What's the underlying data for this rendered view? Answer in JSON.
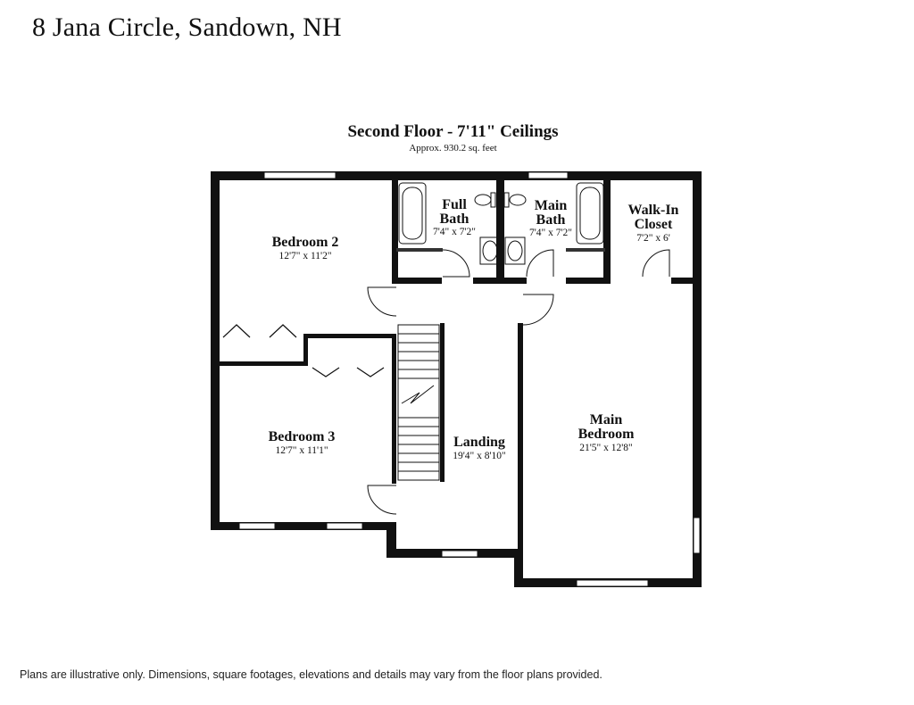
{
  "header": {
    "address": "8 Jana Circle, Sandown, NH"
  },
  "floor": {
    "title": "Second Floor - 7'11\" Ceilings",
    "area": "Approx. 930.2 sq. feet"
  },
  "rooms": {
    "bedroom2": {
      "name": "Bedroom 2",
      "dims": "12'7\" x 11'2\""
    },
    "bedroom3": {
      "name": "Bedroom 3",
      "dims": "12'7\" x 11'1\""
    },
    "full_bath": {
      "name_line1": "Full",
      "name_line2": "Bath",
      "dims": "7'4\" x 7'2\""
    },
    "main_bath": {
      "name_line1": "Main",
      "name_line2": "Bath",
      "dims": "7'4\" x 7'2\""
    },
    "walkin_closet": {
      "name_line1": "Walk-In",
      "name_line2": "Closet",
      "dims": "7'2\" x 6'"
    },
    "landing": {
      "name": "Landing",
      "dims": "19'4\" x 8'10\""
    },
    "main_bedroom": {
      "name_line1": "Main",
      "name_line2": "Bedroom",
      "dims": "21'5\" x 12'8\""
    }
  },
  "footer": {
    "disclaimer": "Plans are illustrative only. Dimensions, square footages, elevations and details may vary from the floor plans provided."
  }
}
